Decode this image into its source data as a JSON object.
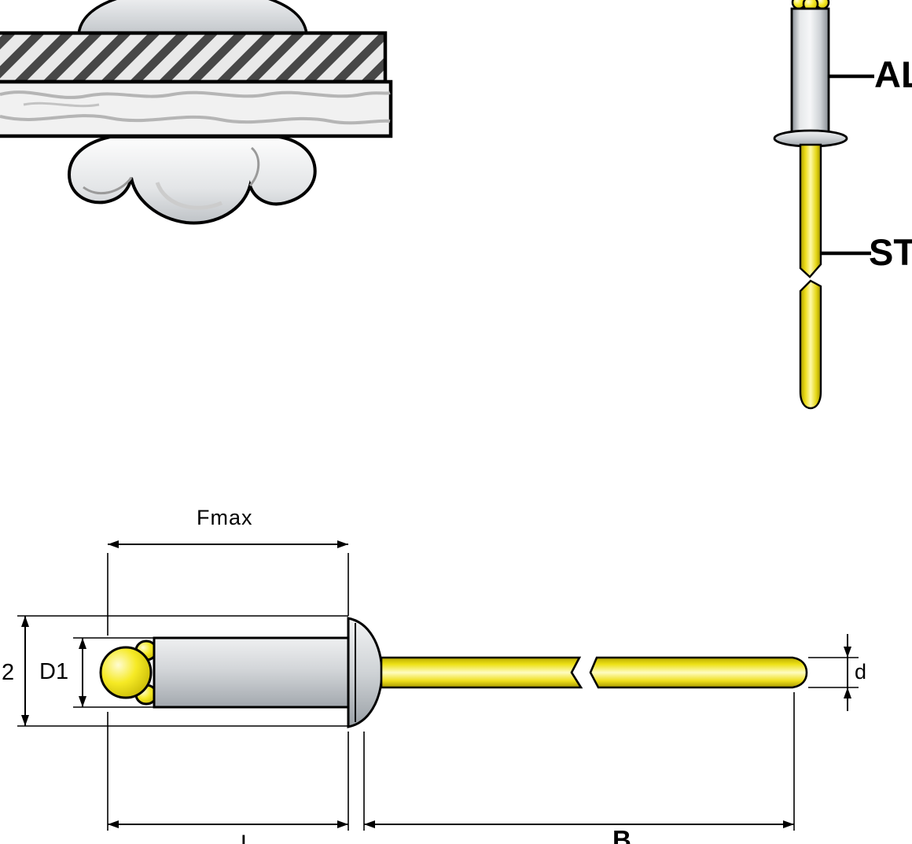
{
  "colors": {
    "background": "#FFFFFF",
    "mandrel_yellow": "#F2E41E",
    "body_gray": "#C9CDD1",
    "outline": "#000000",
    "hatch_gray": "#474747"
  },
  "vertical_view": {
    "body_material_label": "AL",
    "mandrel_material_label": "ST"
  },
  "dimension_view": {
    "fmax_label": "Fmax",
    "d1_label": "D1",
    "d2_label_partial": "2",
    "d_label": "d",
    "bottom_left_label_partial": "L",
    "bottom_right_label_partial": "B"
  }
}
